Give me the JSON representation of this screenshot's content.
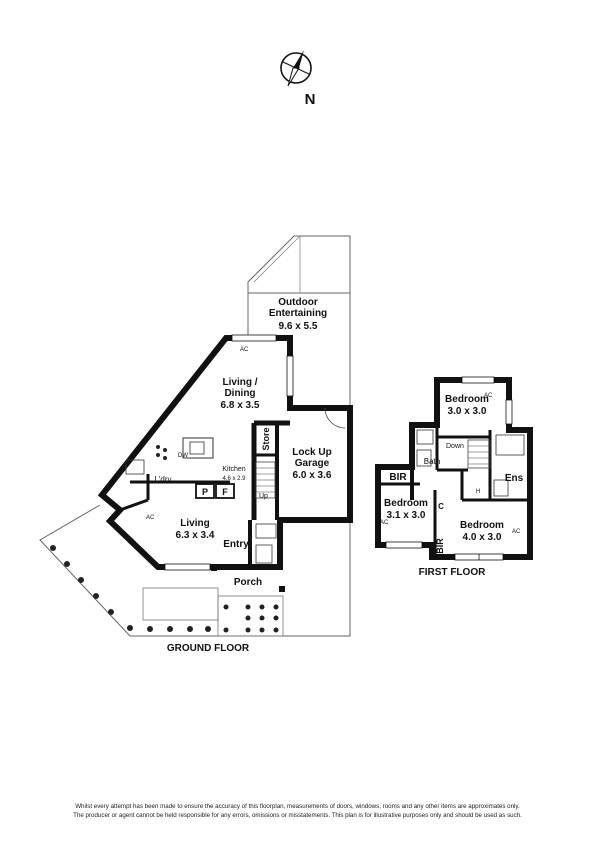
{
  "compass": {
    "letter": "N",
    "icon": "north-arrow-icon"
  },
  "ground_floor": {
    "title": "GROUND FLOOR",
    "rooms": {
      "outdoor_name": "Outdoor\nEntertaining",
      "outdoor_dims": "9.6 x 5.5",
      "living_dining_name": "Living /\nDining",
      "living_dining_dims": "6.8 x 3.5",
      "kitchen_name": "Kitchen",
      "kitchen_dims": "4.6 x 2.9",
      "living_name": "Living",
      "living_dims": "6.3 x 3.4",
      "garage_name": "Lock Up\nGarage",
      "garage_dims": "6.0 x 3.6",
      "store": "Store",
      "laundry": "L'dry",
      "entry": "Entry",
      "porch": "Porch",
      "pantry": "P",
      "fridge": "F",
      "dishwasher": "DW",
      "up": "Up",
      "ac": "AC"
    }
  },
  "first_floor": {
    "title": "FIRST FLOOR",
    "rooms": {
      "bed1_name": "Bedroom",
      "bed1_dims": "3.0 x 3.0",
      "bed2_name": "Bedroom",
      "bed2_dims": "3.1 x 3.0",
      "bed3_name": "Bedroom",
      "bed3_dims": "4.0 x 3.0",
      "bath": "Bath",
      "ens": "Ens",
      "bir": "BIR",
      "linen": "C",
      "down": "Down",
      "heater": "H",
      "ac": "AC"
    }
  },
  "disclaimer": {
    "line1": "Whilst every attempt has been made to ensure the accuracy of this floorplan, measurements of doors, windows, rooms and any other items are approximates only.",
    "line2": "The producer or agent cannot be held responsible for any errors, omissions or misstatements. This plan is for illustrative purposes only and should be used as such."
  },
  "colors": {
    "wall": "#111111",
    "outline": "#555555",
    "fill": "#ffffff"
  }
}
